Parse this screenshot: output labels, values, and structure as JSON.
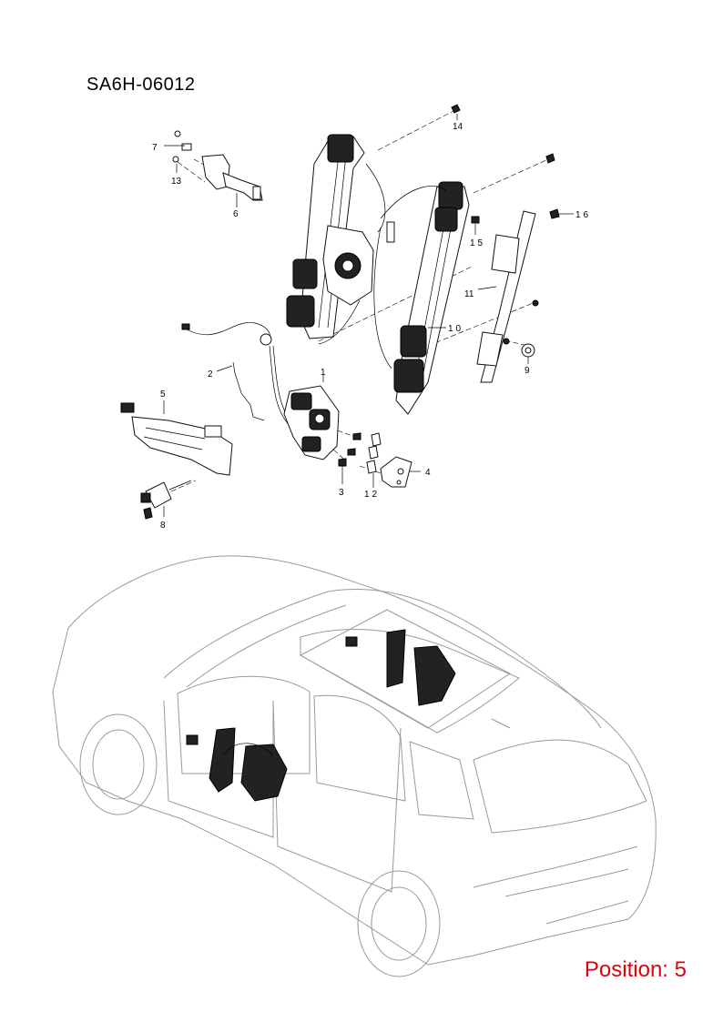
{
  "diagram": {
    "code": "SA6H-06012",
    "position_label": "Position: 5",
    "callouts": [
      "1",
      "2",
      "3",
      "4",
      "5",
      "6",
      "7",
      "8",
      "9",
      "10",
      "11",
      "12",
      "13",
      "14",
      "15",
      "16"
    ]
  },
  "colors": {
    "position_text": "#e1000f",
    "line": "#000000",
    "car_outline": "#9a9a9a"
  }
}
